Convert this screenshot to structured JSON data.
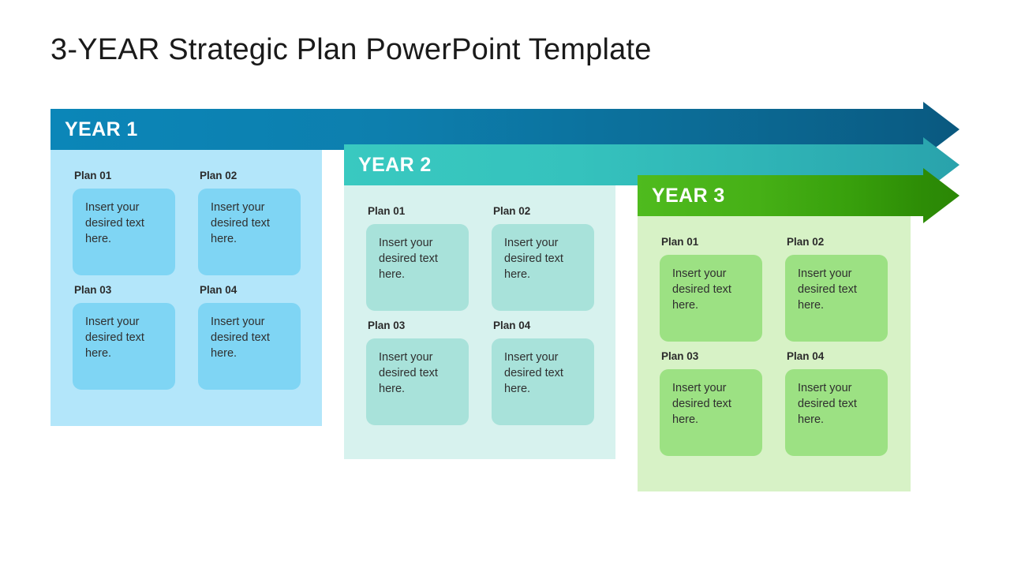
{
  "slide": {
    "title": "3-YEAR Strategic Plan PowerPoint Template"
  },
  "colors": {
    "year1_bar_start": "#0b86b8",
    "year1_bar_end": "#0a5c84",
    "year1_panel": "#b3e6fa",
    "year1_box": "#7fd5f4",
    "year2_bar_start": "#39c9c0",
    "year2_bar_end": "#2aa6ae",
    "year2_panel": "#d7f2ee",
    "year2_box": "#a8e2da",
    "year3_bar_start": "#4fbb1e",
    "year3_bar_end": "#2d8c06",
    "year3_panel": "#d7f2c6",
    "year3_box": "#9ce183",
    "title_text": "#1a1a1a",
    "header_text": "#ffffff",
    "body_text": "#2f2f2f"
  },
  "years": [
    {
      "header": "YEAR 1",
      "plans": [
        {
          "label": "Plan 01",
          "text": "Insert your desired text here."
        },
        {
          "label": "Plan 02",
          "text": "Insert your desired text here."
        },
        {
          "label": "Plan 03",
          "text": "Insert your desired text here."
        },
        {
          "label": "Plan 04",
          "text": "Insert your desired text here."
        }
      ]
    },
    {
      "header": "YEAR 2",
      "plans": [
        {
          "label": "Plan 01",
          "text": "Insert your desired text here."
        },
        {
          "label": "Plan 02",
          "text": "Insert your desired text here."
        },
        {
          "label": "Plan 03",
          "text": "Insert your desired text here."
        },
        {
          "label": "Plan 04",
          "text": "Insert your desired text here."
        }
      ]
    },
    {
      "header": "YEAR 3",
      "plans": [
        {
          "label": "Plan 01",
          "text": "Insert your desired text here."
        },
        {
          "label": "Plan 02",
          "text": "Insert your desired text here."
        },
        {
          "label": "Plan 03",
          "text": "Insert your desired text here."
        },
        {
          "label": "Plan 04",
          "text": "Insert your desired text here."
        }
      ]
    }
  ]
}
